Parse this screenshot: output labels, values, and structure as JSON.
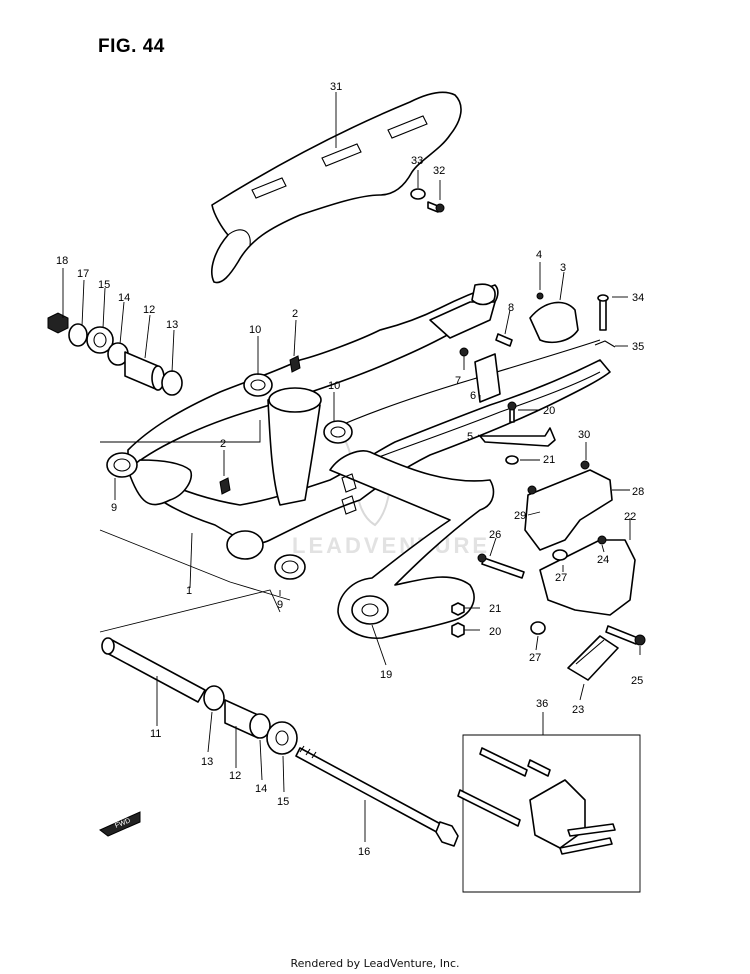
{
  "figure": {
    "title": "FIG. 44",
    "footer": "Rendered by LeadVenture, Inc.",
    "watermark": "LEADVENTURE",
    "direction_label": "FWD"
  },
  "callouts": [
    {
      "id": "c31",
      "label": "31"
    },
    {
      "id": "c33",
      "label": "33"
    },
    {
      "id": "c32",
      "label": "32"
    },
    {
      "id": "c18",
      "label": "18"
    },
    {
      "id": "c17",
      "label": "17"
    },
    {
      "id": "c15a",
      "label": "15"
    },
    {
      "id": "c14a",
      "label": "14"
    },
    {
      "id": "c12a",
      "label": "12"
    },
    {
      "id": "c13a",
      "label": "13"
    },
    {
      "id": "c10a",
      "label": "10"
    },
    {
      "id": "c2a",
      "label": "2"
    },
    {
      "id": "c10b",
      "label": "10"
    },
    {
      "id": "c2b",
      "label": "2"
    },
    {
      "id": "c9a",
      "label": "9"
    },
    {
      "id": "c1",
      "label": "1"
    },
    {
      "id": "c9b",
      "label": "9"
    },
    {
      "id": "c4",
      "label": "4"
    },
    {
      "id": "c3",
      "label": "3"
    },
    {
      "id": "c8",
      "label": "8"
    },
    {
      "id": "c34",
      "label": "34"
    },
    {
      "id": "c35",
      "label": "35"
    },
    {
      "id": "c7",
      "label": "7"
    },
    {
      "id": "c6",
      "label": "6"
    },
    {
      "id": "c20a",
      "label": "20"
    },
    {
      "id": "c5",
      "label": "5"
    },
    {
      "id": "c30",
      "label": "30"
    },
    {
      "id": "c21a",
      "label": "21"
    },
    {
      "id": "c28",
      "label": "28"
    },
    {
      "id": "c29",
      "label": "29"
    },
    {
      "id": "c22",
      "label": "22"
    },
    {
      "id": "c26",
      "label": "26"
    },
    {
      "id": "c24",
      "label": "24"
    },
    {
      "id": "c27a",
      "label": "27"
    },
    {
      "id": "c21b",
      "label": "21"
    },
    {
      "id": "c20b",
      "label": "20"
    },
    {
      "id": "c27b",
      "label": "27"
    },
    {
      "id": "c25",
      "label": "25"
    },
    {
      "id": "c19",
      "label": "19"
    },
    {
      "id": "c23",
      "label": "23"
    },
    {
      "id": "c11",
      "label": "11"
    },
    {
      "id": "c13b",
      "label": "13"
    },
    {
      "id": "c12b",
      "label": "12"
    },
    {
      "id": "c14b",
      "label": "14"
    },
    {
      "id": "c15b",
      "label": "15"
    },
    {
      "id": "c36",
      "label": "36"
    },
    {
      "id": "c16",
      "label": "16"
    }
  ]
}
